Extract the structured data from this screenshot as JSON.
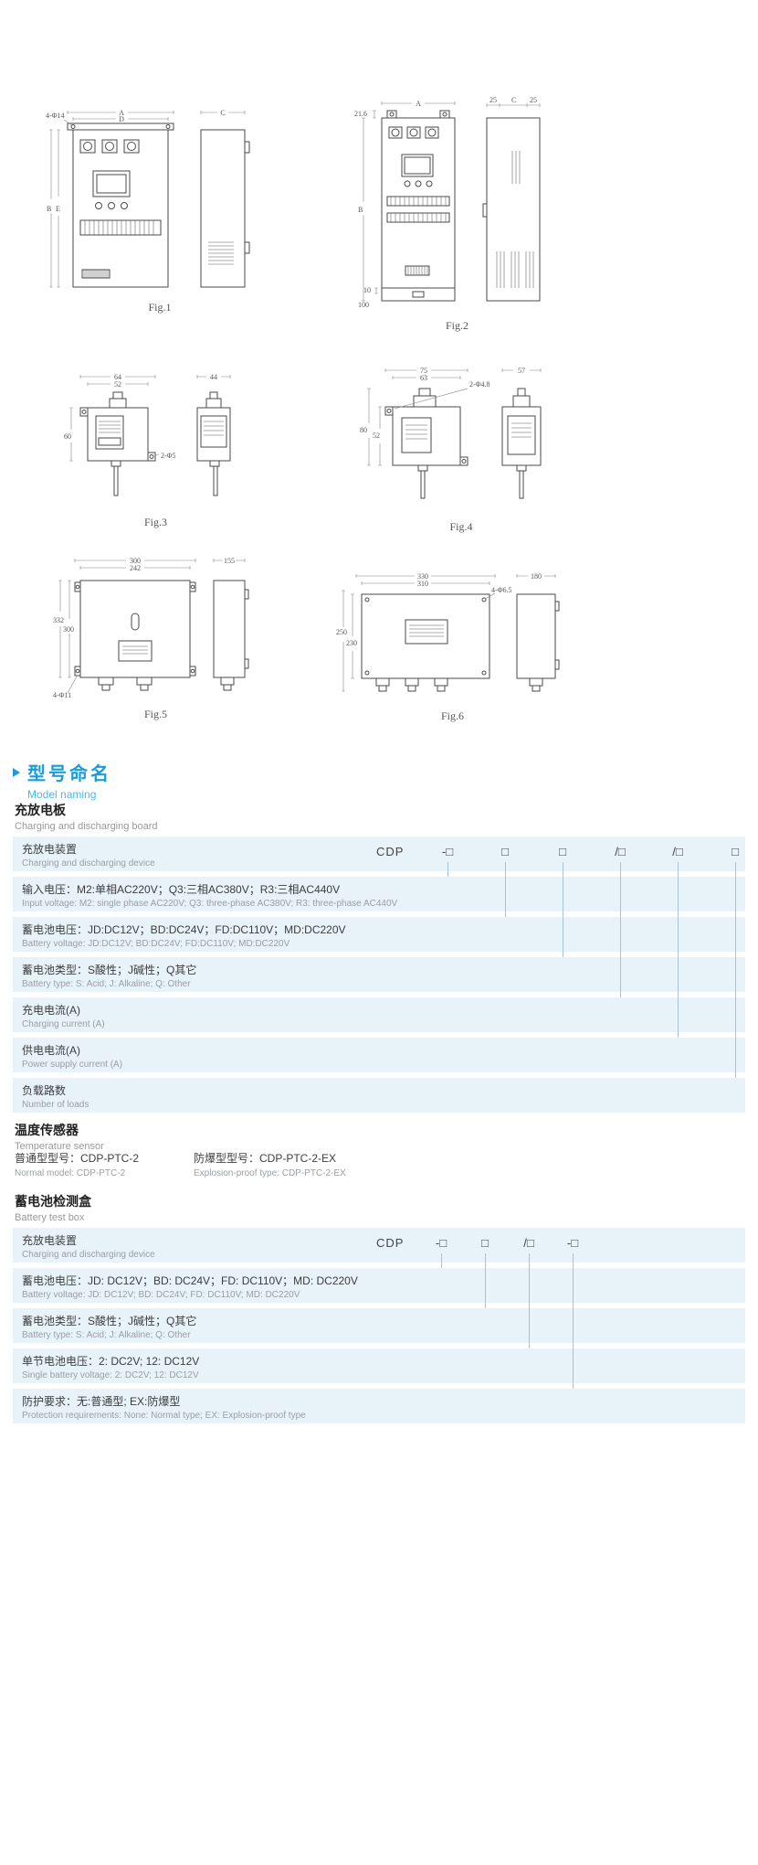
{
  "figures": {
    "fig1": {
      "caption": "Fig.1",
      "dims": {
        "hole": "4-Φ14",
        "a": "A",
        "d": "D",
        "b": "B",
        "e": "E",
        "c": "C"
      }
    },
    "fig2": {
      "caption": "Fig.2",
      "dims": {
        "a": "A",
        "h_top": "21.6",
        "b": "B",
        "bottom1": "10",
        "bottom2": "100",
        "left25": "25",
        "c": "C",
        "right25": "25"
      }
    },
    "fig3": {
      "caption": "Fig.3",
      "dims": {
        "w_outer": "64",
        "w_inner": "52",
        "h": "60",
        "hole": "2-Φ5",
        "side_w": "44"
      }
    },
    "fig4": {
      "caption": "Fig.4",
      "dims": {
        "w_outer": "75",
        "w_inner": "63",
        "h_outer": "80",
        "h_inner": "52",
        "hole": "2-Φ4.8",
        "side_w": "57"
      }
    },
    "fig5": {
      "caption": "Fig.5",
      "dims": {
        "w_outer": "300",
        "w_inner": "242",
        "h_outer": "332",
        "h_inner": "300",
        "hole": "4-Φ11",
        "side_w": "155"
      }
    },
    "fig6": {
      "caption": "Fig.6",
      "dims": {
        "w_outer": "330",
        "w_inner": "310",
        "h_outer": "250",
        "h_inner": "230",
        "hole": "4-Φ6.5",
        "side_w": "180"
      }
    }
  },
  "section": {
    "title_cn": "型号命名",
    "title_en": "Model naming"
  },
  "board": {
    "heading_cn": "充放电板",
    "heading_en": "Charging and discharging board",
    "code_prefix": "CDP",
    "boxes": [
      "-□",
      "□",
      "□",
      "/□",
      "/□",
      "□"
    ],
    "rows": [
      {
        "cn": "充放电装置",
        "en": "Charging and discharging device"
      },
      {
        "cn": "输入电压：M2:单相AC220V；Q3:三相AC380V；R3:三相AC440V",
        "en": "Input voltage: M2: single phase AC220V; Q3: three-phase AC380V; R3: three-phase AC440V"
      },
      {
        "cn": "蓄电池电压：JD:DC12V；BD:DC24V；FD:DC110V；MD:DC220V",
        "en": "Battery voltage: JD:DC12V; BD:DC24V; FD:DC110V; MD:DC220V"
      },
      {
        "cn": "蓄电池类型：S酸性；J碱性；Q其它",
        "en": "Battery type: S: Acid; J: Alkaline; Q: Other"
      },
      {
        "cn": "充电电流(A)",
        "en": "Charging current (A)"
      },
      {
        "cn": "供电电流(A)",
        "en": "Power supply current (A)"
      },
      {
        "cn": "负载路数",
        "en": "Number of loads"
      }
    ]
  },
  "sensor": {
    "heading_cn": "温度传感器",
    "heading_en": "Temperature sensor",
    "normal_cn": "普通型型号：CDP-PTC-2",
    "normal_en": "Normal model: CDP-PTC-2",
    "ex_cn": "防爆型型号：CDP-PTC-2-EX",
    "ex_en": "Explosion-proof type: CDP-PTC-2-EX"
  },
  "testbox": {
    "heading_cn": "蓄电池检测盒",
    "heading_en": "Battery test box",
    "code_prefix": "CDP",
    "boxes": [
      "-□",
      "□",
      "/□",
      "-□"
    ],
    "rows": [
      {
        "cn": "充放电装置",
        "en": "Charging and discharging device"
      },
      {
        "cn": "蓄电池电压：JD: DC12V；BD: DC24V；FD: DC110V；MD: DC220V",
        "en": "Battery voltage: JD: DC12V; BD: DC24V; FD: DC110V; MD: DC220V"
      },
      {
        "cn": "蓄电池类型：S酸性；J碱性；Q其它",
        "en": "Battery type: S: Acid; J: Alkaline; Q: Other"
      },
      {
        "cn": "单节电池电压：2: DC2V; 12: DC12V",
        "en": "Single battery voltage:  2: DC2V; 12: DC12V"
      },
      {
        "cn": "防护要求：无:普通型; EX:防爆型",
        "en": "Protection requirements:  None: Normal type; EX: Explosion-proof type"
      }
    ]
  },
  "colors": {
    "accent": "#1b9cd8",
    "band": "#e7f2f9"
  }
}
